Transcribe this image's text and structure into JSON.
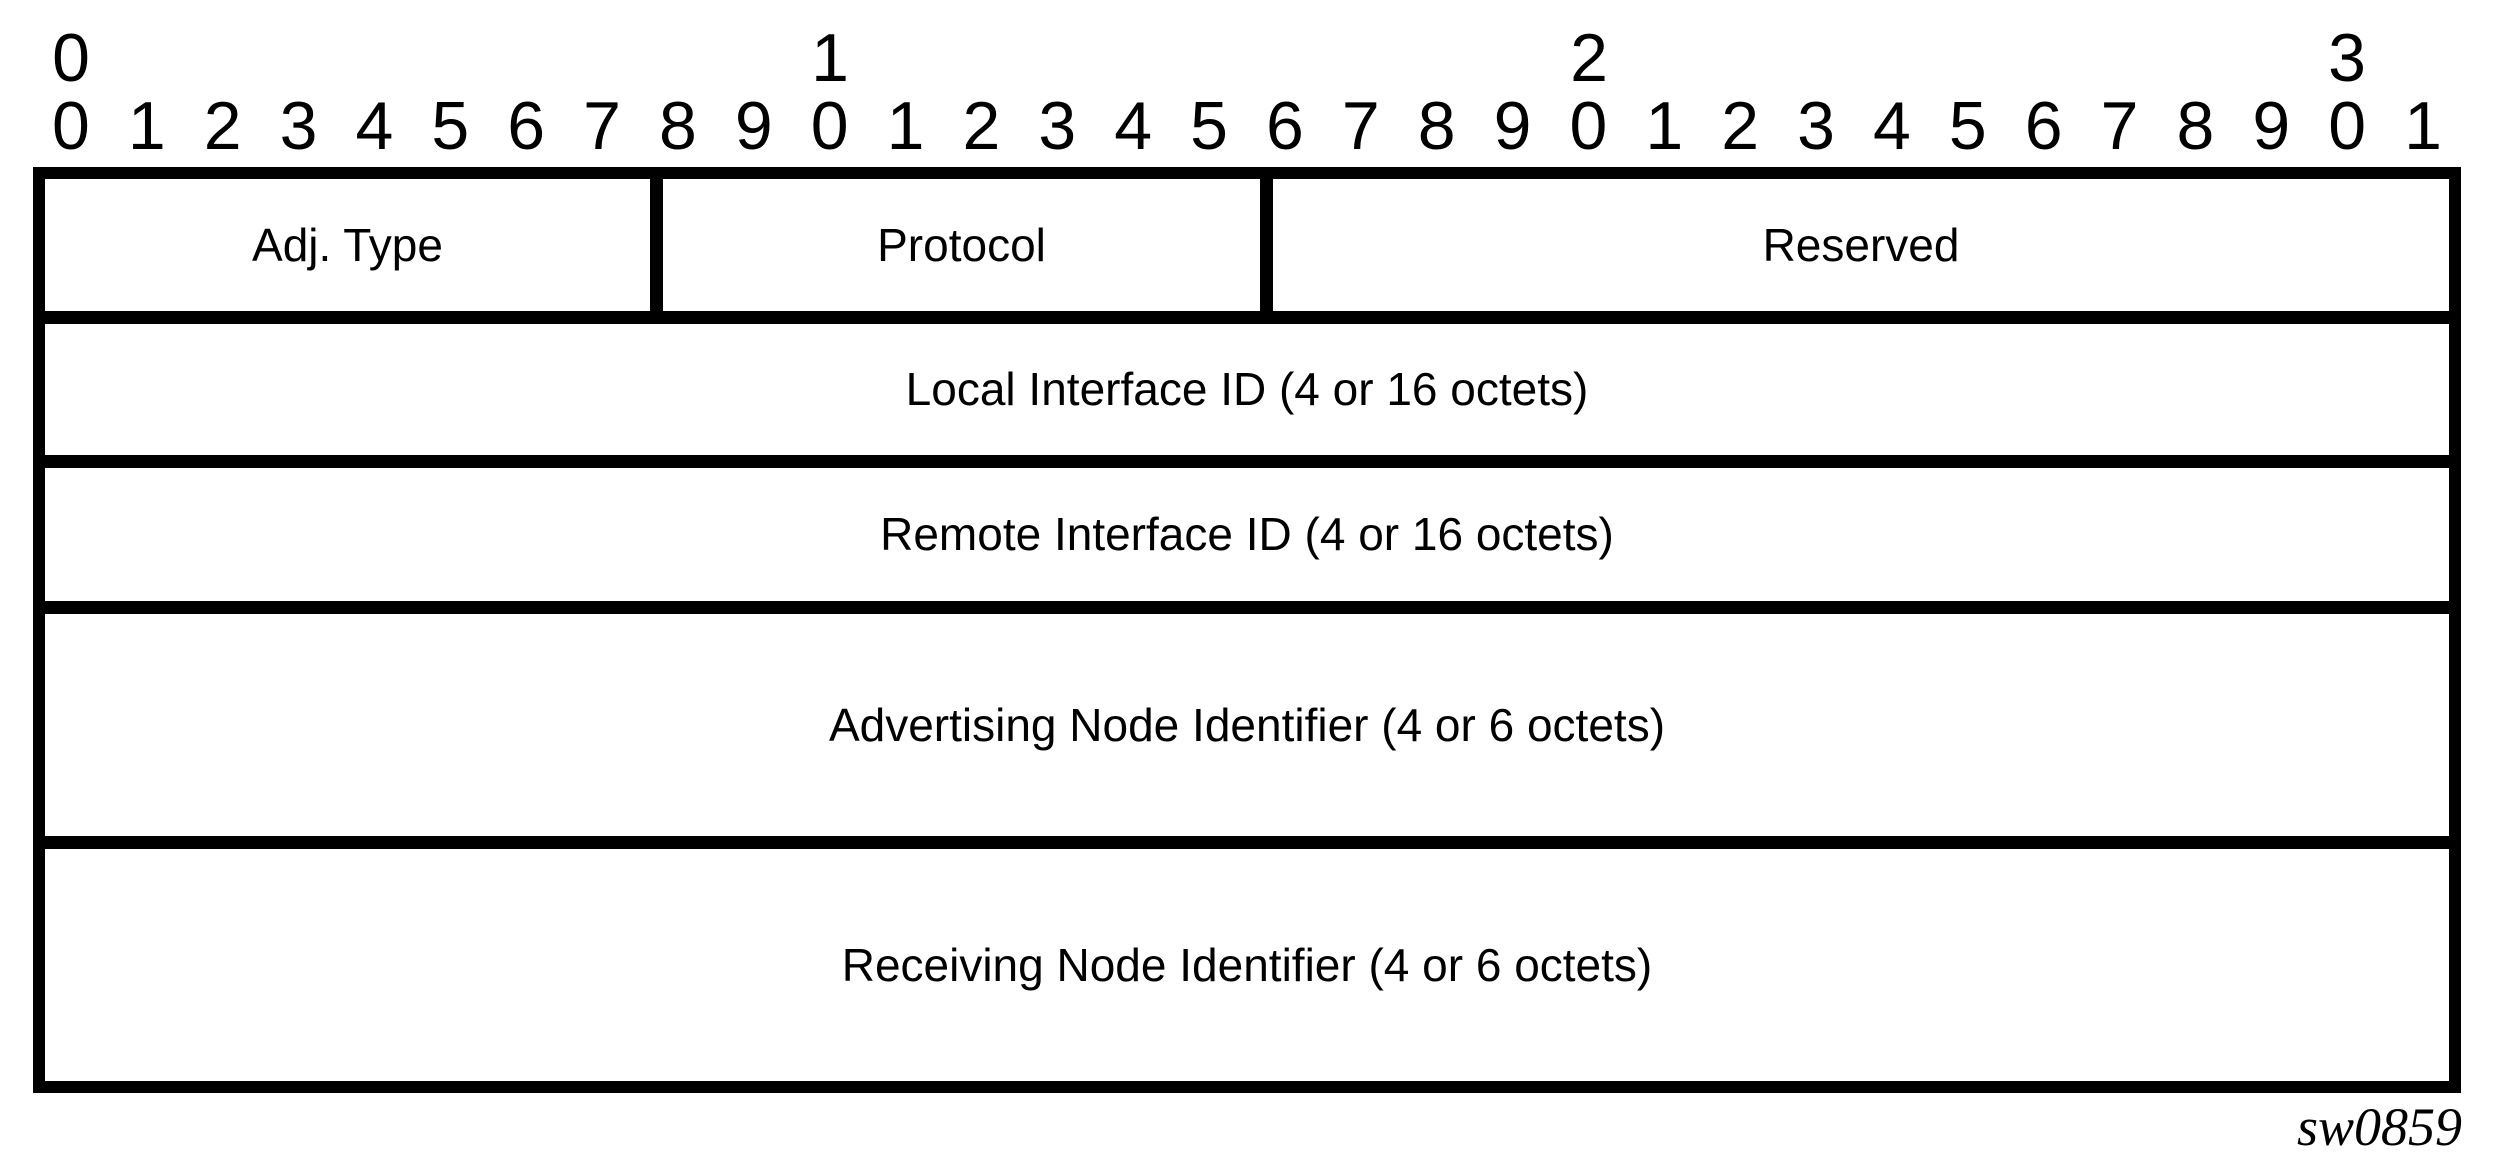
{
  "figure": {
    "kind": "bit-field packet format diagram",
    "watermark": "sw0859",
    "colors": {
      "line": "#000000",
      "background": "#ffffff",
      "text": "#000000"
    }
  },
  "bit_ruler": {
    "tens": [
      "0",
      "1",
      "2",
      "3"
    ],
    "bits": [
      "0",
      "1",
      "2",
      "3",
      "4",
      "5",
      "6",
      "7",
      "8",
      "9",
      "0",
      "1",
      "2",
      "3",
      "4",
      "5",
      "6",
      "7",
      "8",
      "9",
      "0",
      "1",
      "2",
      "3",
      "4",
      "5",
      "6",
      "7",
      "8",
      "9",
      "0",
      "1"
    ]
  },
  "rows": [
    {
      "fields": [
        {
          "label": "Adj. Type"
        },
        {
          "label": "Protocol"
        },
        {
          "label": "Reserved"
        }
      ]
    },
    {
      "fields": [
        {
          "label": "Local Interface ID (4 or 16 octets)"
        }
      ]
    },
    {
      "fields": [
        {
          "label": "Remote Interface ID (4 or 16 octets)"
        }
      ]
    },
    {
      "fields": [
        {
          "label": "Advertising Node Identifier (4 or 6 octets)"
        }
      ]
    },
    {
      "fields": [
        {
          "label": "Receiving Node Identifier (4 or 6 octets)"
        }
      ]
    }
  ]
}
